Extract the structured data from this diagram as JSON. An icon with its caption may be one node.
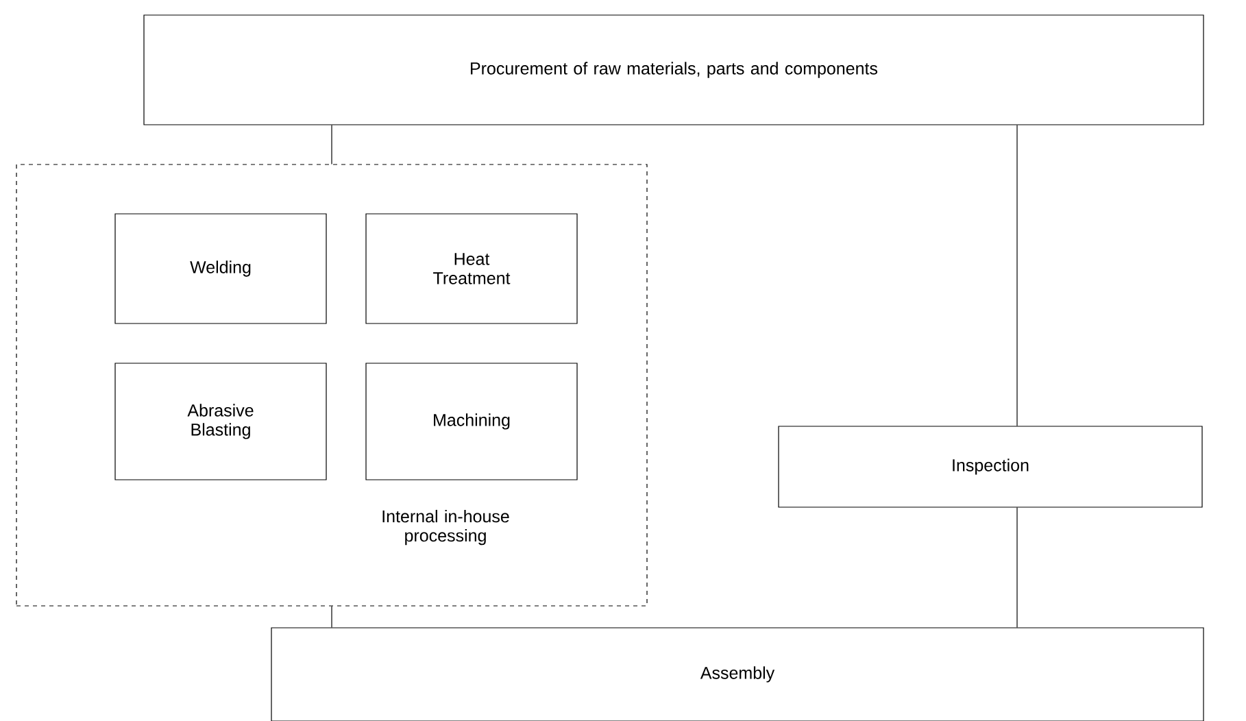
{
  "diagram": {
    "nodes": [
      {
        "text": [
          "Procurement of raw materials, parts and components"
        ]
      },
      {
        "text": [
          "Internal in-house processing"
        ]
      },
      {
        "text": [
          "Welding"
        ],
        "in": 1
      },
      {
        "text": [
          "Heat Treatment"
        ],
        "in": 1
      },
      {
        "text": [
          "Abrasive Blasting"
        ],
        "in": 1
      },
      {
        "text": [
          "Machining"
        ],
        "in": 1
      },
      {
        "text": [
          "Inspection"
        ]
      },
      {
        "text": [
          "Assembly"
        ]
      }
    ],
    "edges": [
      {
        "from": 0,
        "to": 1,
        "arrow": "none"
      },
      {
        "from": 0,
        "to": 6,
        "arrow": "none"
      },
      {
        "from": 1,
        "to": 7,
        "arrow": "none"
      },
      {
        "from": 6,
        "to": 7,
        "arrow": "none"
      }
    ]
  }
}
